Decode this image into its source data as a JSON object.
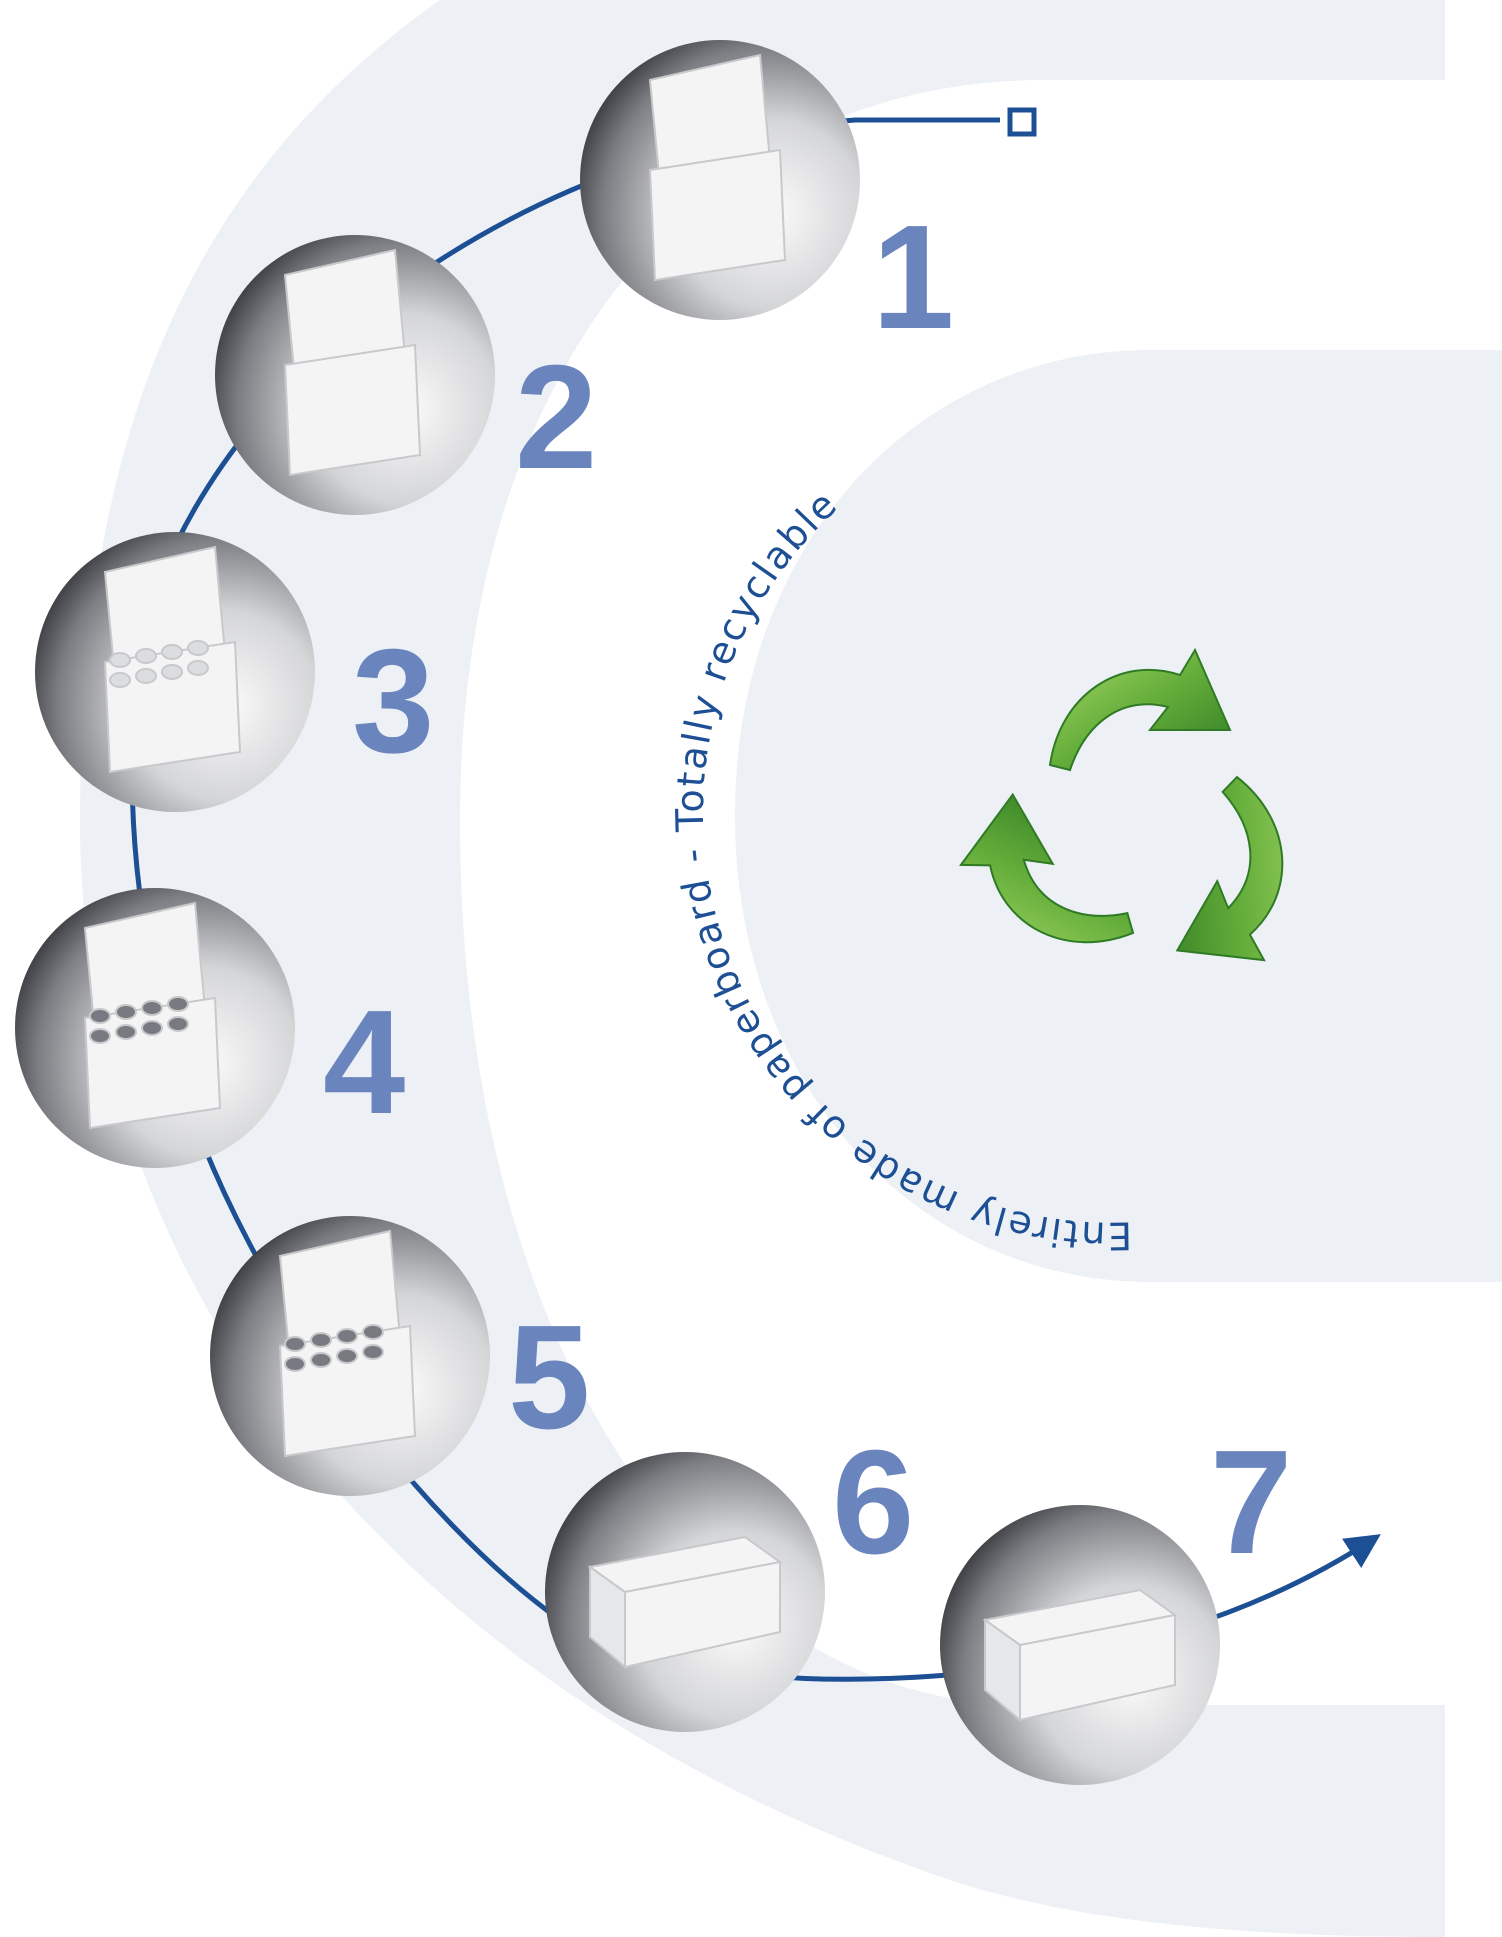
{
  "colors": {
    "band": "#edf1f6",
    "line": "#1d4f94",
    "number": "#6a84bd",
    "recycle_green": "#6ab43e"
  },
  "steps": [
    {
      "number": "1",
      "icon": "box-flat-open-icon",
      "state": "unfolded blank"
    },
    {
      "number": "2",
      "icon": "box-erected-open-icon",
      "state": "erected, lid open"
    },
    {
      "number": "3",
      "icon": "box-insert-icon",
      "state": "insert with holes placed"
    },
    {
      "number": "4",
      "icon": "box-vials-icon",
      "state": "vials inserted"
    },
    {
      "number": "5",
      "icon": "box-vials-full-icon",
      "state": "vials in place, lid open"
    },
    {
      "number": "6",
      "icon": "box-closing-icon",
      "state": "lid closing"
    },
    {
      "number": "7",
      "icon": "box-closed-icon",
      "state": "closed"
    }
  ],
  "recycle": {
    "icon": "recycle-icon",
    "curved_text": "Entirely made of paperboard - Totally recyclable"
  }
}
